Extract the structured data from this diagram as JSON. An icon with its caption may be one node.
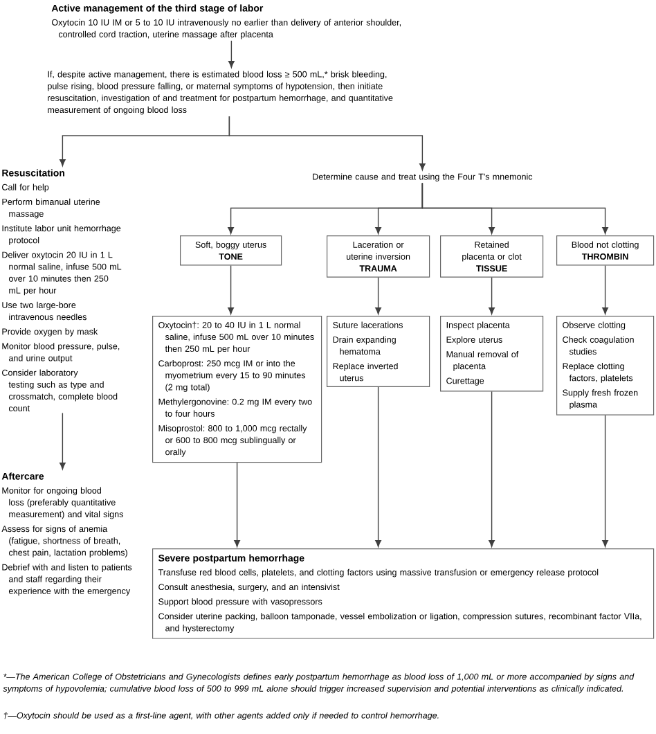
{
  "diagram": {
    "nodes": [
      {
        "text": [
          "Active management of the third stage of labor",
          "Oxytocin 10 IU IM or 5 to 10 IU intravenously no earlier than delivery of anterior shoulder, controlled cord traction, uterine massage after placenta"
        ]
      },
      {
        "text": [
          "If, despite active management, there is estimated blood loss ≥ 500 mL,* brisk bleeding, pulse rising, blood pressure falling, or maternal symptoms of hypotension, then initiate resuscitation, investigation of and treatment for postpartum hemorrhage, and quantitative measurement of ongoing blood loss"
        ]
      },
      {
        "text": [
          "Resuscitation",
          "Call for help",
          "Perform bimanual uterine massage",
          "Institute labor unit hemorrhage protocol",
          "Deliver oxytocin 20 IU in 1 L normal saline, infuse 500 mL over 10 minutes then 250 mL per hour",
          "Use two large-bore intravenous needles",
          "Provide oxygen by mask",
          "Monitor blood pressure, pulse, and urine output",
          "Consider laboratory testing such as type and crossmatch, complete blood count"
        ]
      },
      {
        "text": [
          "Determine cause and treat using the Four T's mnemonic"
        ]
      },
      {
        "text": [
          "Soft, boggy uterus",
          "TONE"
        ]
      },
      {
        "text": [
          "Laceration or uterine inversion",
          "TRAUMA"
        ]
      },
      {
        "text": [
          "Retained placenta or clot",
          "TISSUE"
        ]
      },
      {
        "text": [
          "Blood not clotting",
          "THROMBIN"
        ]
      },
      {
        "text": [
          "Oxytocin†: 20 to 40 IU in 1 L normal saline, infuse 500 mL over 10 minutes then 250 mL per hour",
          "Carboprost: 250 mcg IM or into the myometrium every 15 to 90 minutes (2 mg total)",
          "Methylergonovine: 0.2 mg IM every two to four hours",
          "Misoprostol: 800 to 1,000 mcg rectally or 600 to 800 mcg sublingually or orally"
        ]
      },
      {
        "text": [
          "Suture lacerations",
          "Drain expanding hematoma",
          "Replace inverted uterus"
        ]
      },
      {
        "text": [
          "Inspect placenta",
          "Explore uterus",
          "Manual removal of placenta",
          "Curettage"
        ]
      },
      {
        "text": [
          "Observe clotting",
          "Check coagulation studies",
          "Replace clotting factors, platelets",
          "Supply fresh frozen plasma"
        ]
      },
      {
        "text": [
          "Aftercare",
          "Monitor for ongoing blood loss (preferably quantitative measurement) and vital signs",
          "Assess for signs of anemia (fatigue, shortness of breath, chest pain, lactation problems)",
          "Debrief with and listen to patients and staff regarding their experience with the emergency"
        ]
      },
      {
        "text": [
          "Severe postpartum hemorrhage",
          "Transfuse red blood cells, platelets, and clotting factors using massive transfusion or emergency release protocol",
          "Consult anesthesia, surgery, and an intensivist",
          "Support blood pressure with vasopressors",
          "Consider uterine packing, balloon tamponade, vessel embolization or ligation, compression sutures, recombinant factor VIIa, and hysterectomy"
        ]
      }
    ],
    "edges": [
      {
        "from": 0,
        "to": 1,
        "arrow": "to"
      },
      {
        "from": 1,
        "to": 2,
        "arrow": "to"
      },
      {
        "from": 1,
        "to": 3,
        "arrow": "to"
      },
      {
        "from": 3,
        "to": 4,
        "arrow": "to"
      },
      {
        "from": 3,
        "to": 5,
        "arrow": "to"
      },
      {
        "from": 3,
        "to": 6,
        "arrow": "to"
      },
      {
        "from": 3,
        "to": 7,
        "arrow": "to"
      },
      {
        "from": 4,
        "to": 8,
        "arrow": "to"
      },
      {
        "from": 5,
        "to": 9,
        "arrow": "to"
      },
      {
        "from": 6,
        "to": 10,
        "arrow": "to"
      },
      {
        "from": 7,
        "to": 11,
        "arrow": "to"
      },
      {
        "from": 8,
        "to": 13,
        "arrow": "to"
      },
      {
        "from": 9,
        "to": 13,
        "arrow": "to"
      },
      {
        "from": 10,
        "to": 13,
        "arrow": "to"
      },
      {
        "from": 11,
        "to": 13,
        "arrow": "to"
      },
      {
        "from": 2,
        "to": 12,
        "arrow": "to"
      }
    ],
    "labels": [
      "*—The American College of Obstetricians and Gynecologists defines early postpartum hemorrhage as blood loss of 1,000 mL or more accompanied by signs and symptoms of hypovolemia; cumulative blood loss of 500 to 999 mL alone should trigger increased supervision and potential interventions as clinically indicated.",
      "†—Oxytocin should be used as a first-line agent, with other agents added only if needed to control hemorrhage."
    ]
  }
}
